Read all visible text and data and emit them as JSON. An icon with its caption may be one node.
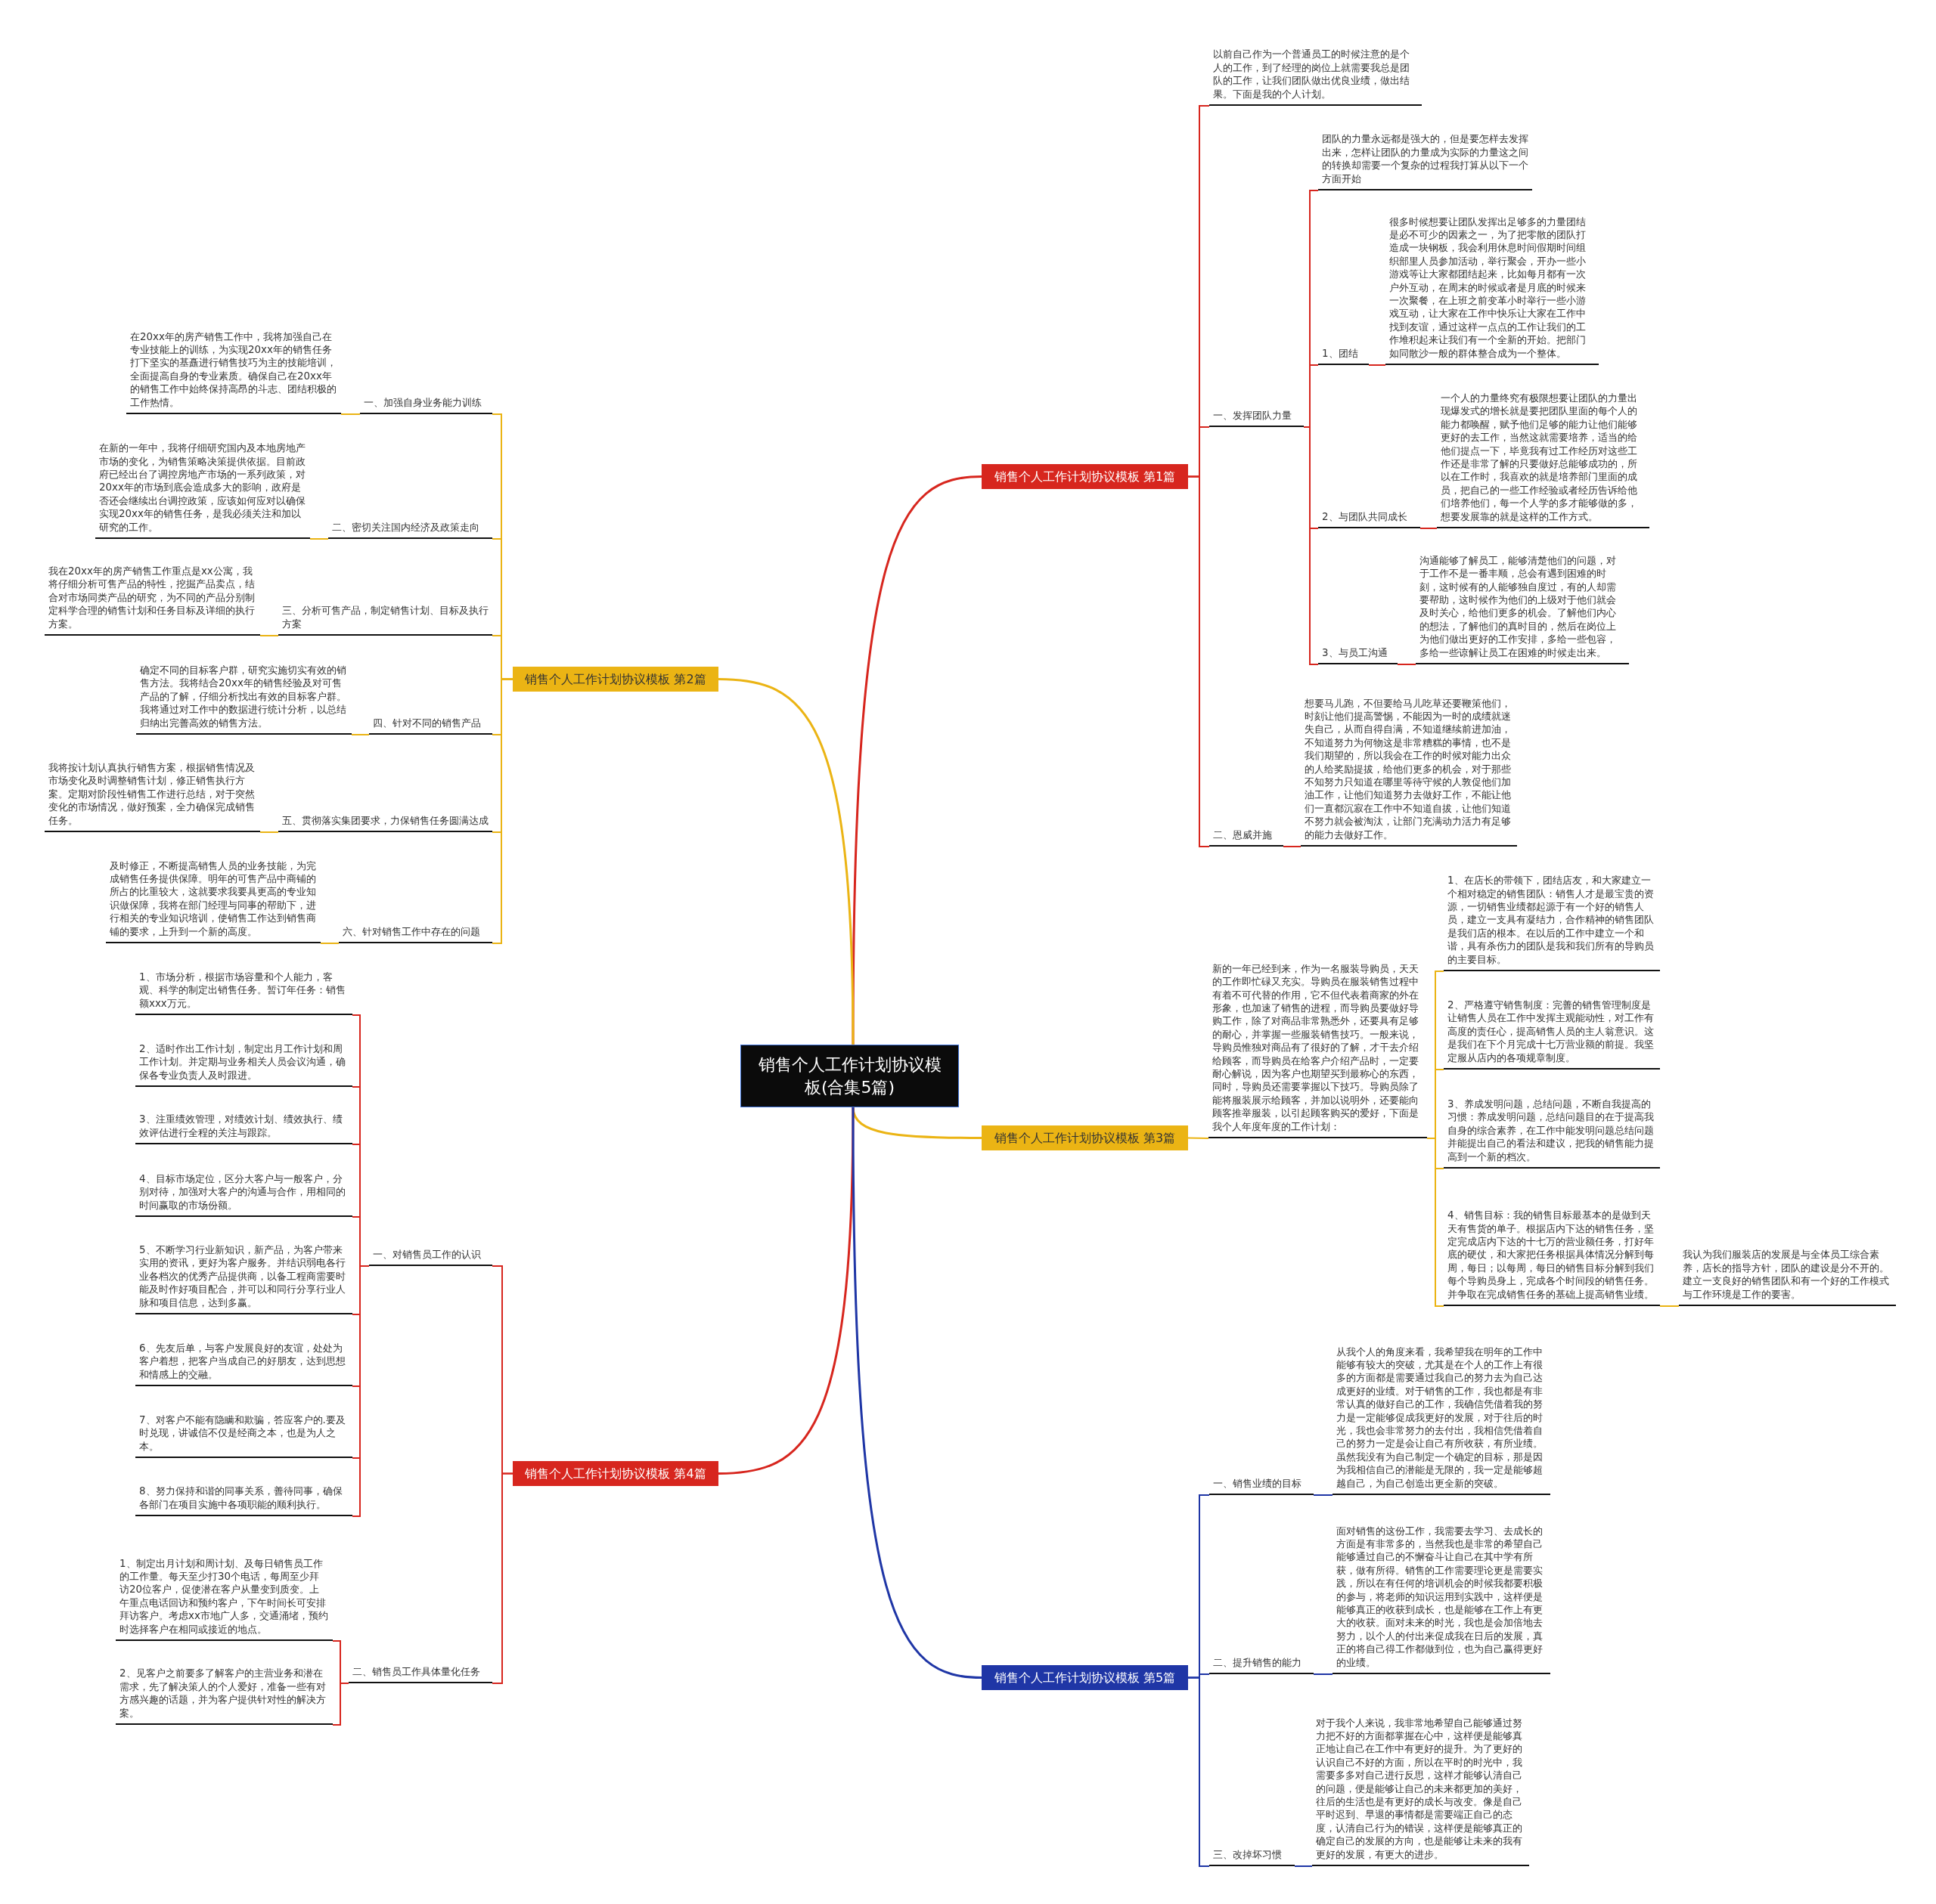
{
  "diagram": {
    "nodes": [
      {
        "text": [
          "销售个人工作计划协议模板(合集5篇)"
        ]
      },
      {
        "text": [
          "销售个人工作计划协议模板 第1篇"
        ]
      },
      {
        "text": [
          "以前自己作为一个普通员工的时候注意的是个人的工作，到了经理的岗位上就需要我总是团队的工作，让我们团队做出优良业绩，做出结果。下面是我的个人计划。"
        ]
      },
      {
        "text": [
          "一、发挥团队力量"
        ]
      },
      {
        "text": [
          "团队的力量永远都是强大的，但是要怎样去发挥出来，怎样让团队的力量成为实际的力量这之间的转换却需要一个复杂的过程我打算从以下一个方面开始"
        ]
      },
      {
        "text": [
          "1、团结"
        ]
      },
      {
        "text": [
          "很多时候想要让团队发挥出足够多的力量团结是必不可少的因素之一，为了把零散的团队打造成一块钢板，我会利用休息时间假期时间组织部里人员参加活动，举行聚会，开办一些小游戏等让大家都团结起来，比如每月都有一次户外互动，在周末的时候或者是月底的时候来一次聚餐，在上班之前变革小时举行一些小游戏互动，让大家在工作中快乐让大家在工作中找到友谊，通过这样一点点的工作让我们的工作堆积起来让我们有一个全新的开始。把部门如同散沙一般的群体整合成为一个整体。"
        ]
      },
      {
        "text": [
          "2、与团队共同成长"
        ]
      },
      {
        "text": [
          "一个人的力量终究有极限想要让团队的力量出现爆发式的增长就是要把团队里面的每个人的能力都唤醒，赋予他们足够的能力让他们能够更好的去工作，当然这就需要培养，适当的给他们提点一下，毕竟我有过工作经历对这些工作还是非常了解的只要做好总能够成功的，所以在工作时，我喜欢的就是培养部门里面的成员，把自己的一些工作经验或者经历告诉给他们培养他们，每一个人学的多才能够做的多，想要发展靠的就是这样的工作方式。"
        ]
      },
      {
        "text": [
          "3、与员工沟通"
        ]
      },
      {
        "text": [
          "沟通能够了解员工，能够清楚他们的问题，对于工作不是一番丰顺，总会有遇到困难的时刻，这时候有的人能够独自度过，有的人却需要帮助，这时候作为他们的上级对于他们就会及时关心，给他们更多的机会。了解他们内心的想法，了解他们的真时目的，然后在岗位上为他们做出更好的工作安排，多给一些包容，多给一些谅解让员工在困难的时候走出来。"
        ]
      },
      {
        "text": [
          "二、恩威并施"
        ]
      },
      {
        "text": [
          "想要马儿跑，不但要给马儿吃草还要鞭策他们，时刻让他们提高警惕，不能因为一时的成绩就迷失自己，从而自得自满，不知道继续前进加油，不知道努力为何物这是非常糟糕的事情，也不是我们期望的，所以我会在工作的时候对能力出众的人给奖励提拔，给他们更多的机会，对于那些不知努力只知道在哪里等待守候的人敦促他们加油工作，让他们知道努力去做好工作，不能让他们一直都沉寂在工作中不知道自拔，让他们知道不努力就会被淘汰，让部门充满动力活力有足够的能力去做好工作。"
        ]
      },
      {
        "text": [
          "销售个人工作计划协议模板 第2篇"
        ]
      },
      {
        "text": [
          "一、加强自身业务能力训练"
        ]
      },
      {
        "text": [
          "在20xx年的房产销售工作中，我将加强自己在专业技能上的训练，为实现20xx年的销售任务打下坚实的基矗进行销售技巧为主的技能培训，全面提高自身的专业素质。确保自己在20xx年的销售工作中始终保持高昂的斗志、团结积极的工作热情。"
        ]
      },
      {
        "text": [
          "二、密切关注国内经济及政策走向"
        ]
      },
      {
        "text": [
          "在新的一年中，我将仔细研究国内及本地房地产市场的变化，为销售策略决策提供依据。目前政府已经出台了调控房地产市场的一系列政策，对20xx年的市场到底会造成多大的影响，政府是否还会继续出台调控政策，应该如何应对以确保实现20xx年的销售任务，是我必须关注和加以研究的工作。"
        ]
      },
      {
        "text": [
          "三、分析可售产品，制定销售计划、目标及执行方案"
        ]
      },
      {
        "text": [
          "我在20xx年的房产销售工作重点是xx公寓，我将仔细分析可售产品的特性，挖掘产品卖点，结合对市场同类产品的研究，为不同的产品分别制定科学合理的销售计划和任务目标及详细的执行方案。"
        ]
      },
      {
        "text": [
          "四、针对不同的销售产品"
        ]
      },
      {
        "text": [
          "确定不同的目标客户群，研究实施切实有效的销售方法。我将结合20xx年的销售经验及对可售产品的了解，仔细分析找出有效的目标客户群。我将通过对工作中的数据进行统计分析，以总结归纳出完善高效的销售方法。"
        ]
      },
      {
        "text": [
          "五、贯彻落实集团要求，力保销售任务圆满达成"
        ]
      },
      {
        "text": [
          "我将按计划认真执行销售方案，根据销售情况及市场变化及时调整销售计划，修正销售执行方案。定期对阶段性销售工作进行总结，对于突然变化的市场情况，做好预案，全力确保完成销售任务。"
        ]
      },
      {
        "text": [
          "六、针对销售工作中存在的问题"
        ]
      },
      {
        "text": [
          "及时修正，不断提高销售人员的业务技能，为完成销售任务提供保障。明年的可售产品中商铺的所占的比重较大，这就要求我要具更高的专业知识做保障，我将在部门经理与同事的帮助下，进行相关的专业知识培训，使销售工作达到销售商铺的要求，上升到一个新的高度。"
        ]
      },
      {
        "text": [
          "销售个人工作计划协议模板 第3篇"
        ]
      },
      {
        "text": [
          "新的一年已经到来，作为一名服装导购员，天天的工作即忙碌又充实。导购员在服装销售过程中有着不可代替的作用，它不但代表着商家的外在形象，也加速了销售的进程，而导购员要做好导购工作，除了对商品非常熟悉外，还要具有足够的耐心，并掌握一些服装销售技巧。一般来说，导购员惟独对商品有了很好的了解，才干去介绍给顾客，而导购员在给客户介绍产品时，一定要耐心解说，因为客户也期望买到最称心的东西，同时，导购员还需要掌握以下技巧。导购员除了能将服装展示给顾客，并加以说明外，还要能向顾客推举服装，以引起顾客购买的爱好，下面是我个人年度年度的工作计划："
        ]
      },
      {
        "text": [
          "1、在店长的带领下，团结店友，和大家建立一个相对稳定的销售团队：销售人才是最宝贵的资源，一切销售业绩都起源于有一个好的销售人员，建立一支具有凝结力，合作精神的销售团队是我们店的根本。在以后的工作中建立一个和谐，具有杀伤力的团队是我和我们所有的导购员的主要目标。"
        ]
      },
      {
        "text": [
          "2、严格遵守销售制度：完善的销售管理制度是让销售人员在工作中发挥主观能动性，对工作有高度的责任心，提高销售人员的主人翁意识。这是我们在下个月完成十七万营业额的前提。我坚定服从店内的各项规章制度。"
        ]
      },
      {
        "text": [
          "3、养成发明问题，总结问题，不断自我提高的习惯：养成发明问题，总结问题目的在于提高我自身的综合素养，在工作中能发明问题总结问题并能提出自己的看法和建议，把我的销售能力提高到一个新的档次。"
        ]
      },
      {
        "text": [
          "4、销售目标：我的销售目标最基本的是做到天天有售货的单子。根据店内下达的销售任务，坚定完成店内下达的十七万的营业额任务，打好年底的硬仗，和大家把任务根据具体情况分解到每周，每日；以每周，每日的销售目标分解到我们每个导购员身上，完成各个时间段的销售任务。并争取在完成销售任务的基础上提高销售业绩。"
        ]
      },
      {
        "text": [
          "我认为我们服装店的发展是与全体员工综合素养，店长的指导方针，团队的建设是分不开的。建立一支良好的销售团队和有一个好的工作模式与工作环境是工作的要害。"
        ]
      },
      {
        "text": [
          "销售个人工作计划协议模板 第4篇"
        ]
      },
      {
        "text": [
          "一、对销售员工作的认识"
        ]
      },
      {
        "text": [
          "1、市场分析，根据市场容量和个人能力，客观、科学的制定出销售任务。暂订年任务：销售额xxx万元。"
        ]
      },
      {
        "text": [
          "2、适时作出工作计划，制定出月工作计划和周工作计划。并定期与业务相关人员会议沟通，确保各专业负责人及时跟进。"
        ]
      },
      {
        "text": [
          "3、注重绩效管理，对绩效计划、绩效执行、绩效评估进行全程的关注与跟踪。"
        ]
      },
      {
        "text": [
          "4、目标市场定位，区分大客户与一般客户，分别对待，加强对大客户的沟通与合作，用相同的时间赢取的市场份额。"
        ]
      },
      {
        "text": [
          "5、不断学习行业新知识，新产品，为客户带来实用的资讯，更好为客户服务。并结识弱电各行业各档次的优秀产品提供商，以备工程商需要时能及时作好项目配合，并可以和同行分享行业人脉和项目信息，达到多赢。"
        ]
      },
      {
        "text": [
          "6、先友后单，与客户发展良好的友谊，处处为客户着想，把客户当成自己的好朋友，达到思想和情感上的交融。"
        ]
      },
      {
        "text": [
          "7、对客户不能有隐瞒和欺骗，答应客户的.要及时兑现，讲诚信不仅是经商之本，也是为人之本。"
        ]
      },
      {
        "text": [
          "8、努力保持和谐的同事关系，善待同事，确保各部门在项目实施中各项职能的顺利执行。"
        ]
      },
      {
        "text": [
          "二、销售员工作具体量化任务"
        ]
      },
      {
        "text": [
          "1、制定出月计划和周计划、及每日销售员工作的工作量。每天至少打30个电话，每周至少拜访20位客户，促使潜在客户从量变到质变。上午重点电话回访和预约客户，下午时间长可安排拜访客户。考虑xx市地广人多，交通涌堵，预约时选择客户在相同或接近的地点。"
        ]
      },
      {
        "text": [
          "2、见客户之前要多了解客户的主营业务和潜在需求，先了解决策人的个人爱好，准备一些有对方感兴趣的话题，并为客户提供针对性的解决方案。"
        ]
      },
      {
        "text": [
          "销售个人工作计划协议模板 第5篇"
        ]
      },
      {
        "text": [
          "一、销售业绩的目标"
        ]
      },
      {
        "text": [
          "从我个人的角度来看，我希望我在明年的工作中能够有较大的突破，尤其是在个人的工作上有很多的方面都是需要通过我自己的努力去为自己达成更好的业绩。对于销售的工作，我也都是有非常认真的做好自己的工作，我确信凭借着我的努力是一定能够促成我更好的发展，对于往后的时光，我也会非常努力的去付出，我相信凭借着自己的努力一定是会让自己有所收获，有所业绩。虽然我没有为自己制定一个确定的目标，那是因为我相信自己的潜能是无限的，我一定是能够超越自己，为自己创造出更全新的突破。"
        ]
      },
      {
        "text": [
          "二、提升销售的能力"
        ]
      },
      {
        "text": [
          "面对销售的这份工作，我需要去学习、去成长的方面是有非常多的，当然我也是非常的希望自己能够通过自己的不懈奋斗让自己在其中学有所获，做有所得。销售的工作需要理论更是需要实践，所以在有任何的培训机会的时候我都要积极的参与，将老师的知识运用到实践中，这样便是能够真正的收获到成长，也是能够在工作上有更大的收获。面对未来的时光，我也是会加倍地去努力，以个人的付出来促成我在日后的发展，真正的将自己得工作都做到位，也为自己赢得更好的业绩。"
        ]
      },
      {
        "text": [
          "三、改掉坏习惯"
        ]
      },
      {
        "text": [
          "对于我个人来说，我非常地希望自己能够通过努力把不好的方面都掌握在心中，这样便是能够真正地让自己在工作中有更好的提升。为了更好的认识自己不好的方面，所以在平时的时光中，我需要多多对自己进行反思，这样才能够认清自己的问题，便是能够让自己的未来都更加的美好，往后的生活也是有更好的成长与改变。像是自己平时迟到、早退的事情都是需要端正自己的态度，认清自己行为的错误，这样便是能够真正的确定自己的发展的方向，也是能够让未来的我有更好的发展，有更大的进步。"
        ]
      }
    ],
    "edges": [
      {
        "from": 0,
        "to": 1,
        "arrow": "none"
      },
      {
        "from": 0,
        "to": 13,
        "arrow": "none",
        "color": "#ebb414"
      },
      {
        "from": 0,
        "to": 26,
        "arrow": "none",
        "color": "#ebb414"
      },
      {
        "from": 0,
        "to": 33,
        "arrow": "none"
      },
      {
        "from": 0,
        "to": 46,
        "arrow": "none",
        "color": "#1f36a6"
      },
      {
        "from": 1,
        "to": 2,
        "arrow": "none"
      },
      {
        "from": 1,
        "to": 3,
        "arrow": "none"
      },
      {
        "from": 1,
        "to": 11,
        "arrow": "none"
      },
      {
        "from": 3,
        "to": 4,
        "arrow": "none"
      },
      {
        "from": 3,
        "to": 5,
        "arrow": "none"
      },
      {
        "from": 3,
        "to": 7,
        "arrow": "none"
      },
      {
        "from": 3,
        "to": 9,
        "arrow": "none"
      },
      {
        "from": 5,
        "to": 6,
        "arrow": "none"
      },
      {
        "from": 7,
        "to": 8,
        "arrow": "none"
      },
      {
        "from": 9,
        "to": 10,
        "arrow": "none"
      },
      {
        "from": 11,
        "to": 12,
        "arrow": "none"
      },
      {
        "from": 13,
        "to": 14,
        "arrow": "none",
        "color": "#ebb414"
      },
      {
        "from": 13,
        "to": 16,
        "arrow": "none",
        "color": "#ebb414"
      },
      {
        "from": 13,
        "to": 18,
        "arrow": "none",
        "color": "#ebb414"
      },
      {
        "from": 13,
        "to": 20,
        "arrow": "none",
        "color": "#ebb414"
      },
      {
        "from": 13,
        "to": 22,
        "arrow": "none",
        "color": "#ebb414"
      },
      {
        "from": 13,
        "to": 24,
        "arrow": "none",
        "color": "#ebb414"
      },
      {
        "from": 14,
        "to": 15,
        "arrow": "none",
        "color": "#ebb414"
      },
      {
        "from": 16,
        "to": 17,
        "arrow": "none",
        "color": "#ebb414"
      },
      {
        "from": 18,
        "to": 19,
        "arrow": "none",
        "color": "#ebb414"
      },
      {
        "from": 20,
        "to": 21,
        "arrow": "none",
        "color": "#ebb414"
      },
      {
        "from": 22,
        "to": 23,
        "arrow": "none",
        "color": "#ebb414"
      },
      {
        "from": 24,
        "to": 25,
        "arrow": "none",
        "color": "#ebb414"
      },
      {
        "from": 26,
        "to": 27,
        "arrow": "none",
        "color": "#ebb414"
      },
      {
        "from": 27,
        "to": 28,
        "arrow": "none",
        "color": "#ebb414"
      },
      {
        "from": 27,
        "to": 29,
        "arrow": "none",
        "color": "#ebb414"
      },
      {
        "from": 27,
        "to": 30,
        "arrow": "none",
        "color": "#ebb414"
      },
      {
        "from": 27,
        "to": 31,
        "arrow": "none",
        "color": "#ebb414"
      },
      {
        "from": 31,
        "to": 32,
        "arrow": "none",
        "color": "#ebb414"
      },
      {
        "from": 33,
        "to": 34,
        "arrow": "none"
      },
      {
        "from": 33,
        "to": 43,
        "arrow": "none"
      },
      {
        "from": 34,
        "to": 35,
        "arrow": "none"
      },
      {
        "from": 34,
        "to": 36,
        "arrow": "none"
      },
      {
        "from": 34,
        "to": 37,
        "arrow": "none"
      },
      {
        "from": 34,
        "to": 38,
        "arrow": "none"
      },
      {
        "from": 34,
        "to": 39,
        "arrow": "none"
      },
      {
        "from": 34,
        "to": 40,
        "arrow": "none"
      },
      {
        "from": 34,
        "to": 41,
        "arrow": "none"
      },
      {
        "from": 34,
        "to": 42,
        "arrow": "none"
      },
      {
        "from": 43,
        "to": 44,
        "arrow": "none"
      },
      {
        "from": 43,
        "to": 45,
        "arrow": "none"
      },
      {
        "from": 46,
        "to": 47,
        "arrow": "none",
        "color": "#1f36a6"
      },
      {
        "from": 46,
        "to": 49,
        "arrow": "none",
        "color": "#1f36a6"
      },
      {
        "from": 46,
        "to": 51,
        "arrow": "none",
        "color": "#1f36a6"
      },
      {
        "from": 47,
        "to": 48,
        "arrow": "none",
        "color": "#1f36a6"
      },
      {
        "from": 49,
        "to": 50,
        "arrow": "none",
        "color": "#1f36a6"
      },
      {
        "from": 51,
        "to": 52,
        "arrow": "none",
        "color": "#1f36a6"
      }
    ]
  }
}
